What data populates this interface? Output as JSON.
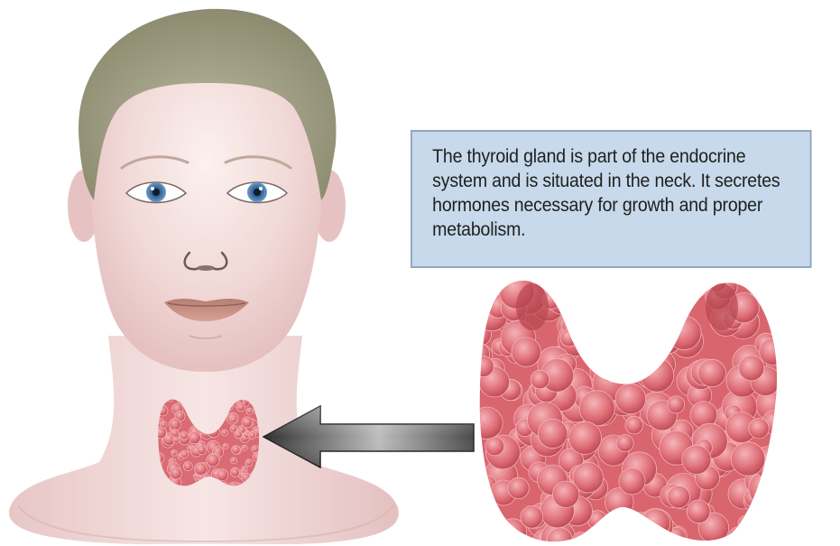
{
  "illustration": {
    "caption": "The thyroid gland is part of the endocrine system and is situated in the neck. It secretes hormones necessary for growth and proper metabolism.",
    "subjects": [
      "head-and-neck",
      "thyroid-gland-in-neck",
      "thyroid-gland-enlarged"
    ],
    "colors": {
      "skin": "#f0d7d6",
      "hair": "#9d9b80",
      "eye_iris": "#3c6c9c",
      "lips": "#c99083",
      "thyroid": "#d9606a",
      "callout_fill": "#c7d9ea",
      "callout_border": "#8fa7c2",
      "arrow_dark": "#3a3a3a",
      "arrow_light": "#c8c8c8"
    }
  }
}
